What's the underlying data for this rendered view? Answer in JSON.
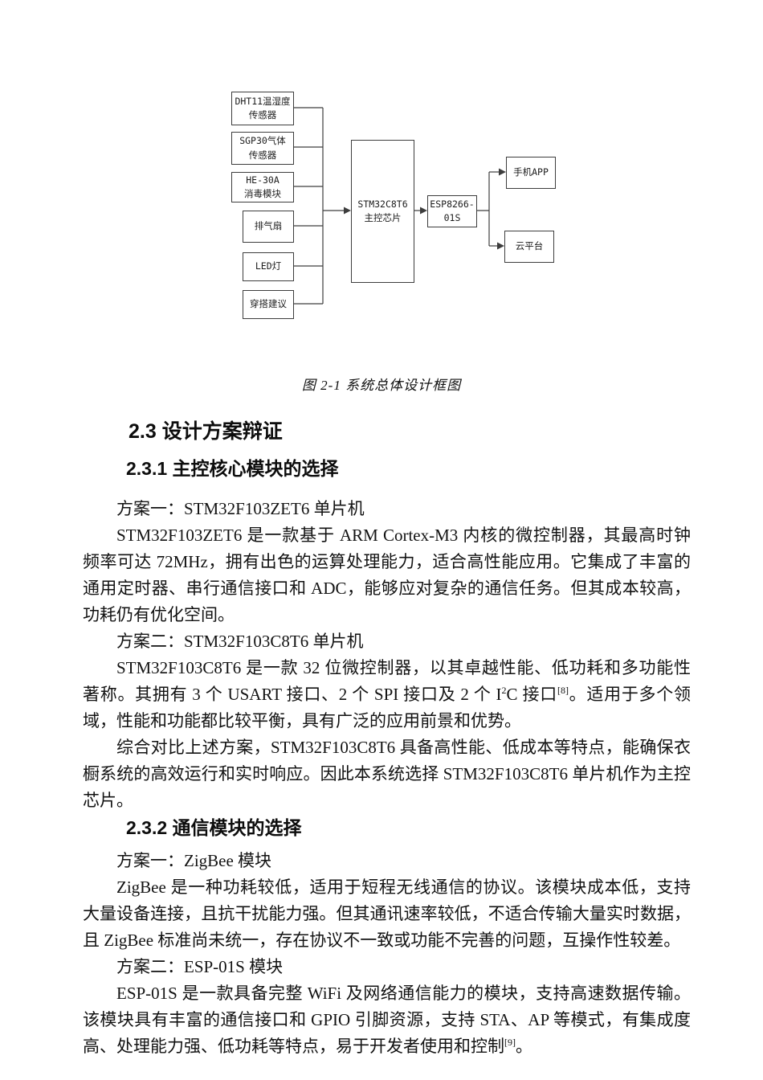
{
  "figure": {
    "caption": "图 2-1 系统总体设计框图",
    "nodes": {
      "dht11": "DHT11温湿度\n传感器",
      "sgp30": "SGP30气体\n传感器",
      "he30a": "HE-30A\n消毒模块",
      "fan": "排气扇",
      "led": "LED灯",
      "outfit": "穿搭建议",
      "mcu": "STM32C8T6\n主控芯片",
      "esp": "ESP8266-\n01S",
      "app": "手机APP",
      "cloud": "云平台"
    },
    "line_color": "#3d3d3d"
  },
  "sections": {
    "s23": "2.3 设计方案辩证",
    "s231": "2.3.1 主控核心模块的选择",
    "s232": "2.3.2 通信模块的选择"
  },
  "paragraphs": {
    "p1": "方案一：STM32F103ZET6 单片机",
    "p2": "STM32F103ZET6 是一款基于 ARM Cortex-M3 内核的微控制器，其最高时钟频率可达 72MHz，拥有出色的运算处理能力，适合高性能应用。它集成了丰富的通用定时器、串行通信接口和 ADC，能够应对复杂的通信任务。但其成本较高，功耗仍有优化空间。",
    "p3": "方案二：STM32F103C8T6 单片机",
    "p4": {
      "a": "STM32F103C8T6 是一款 32 位微控制器，以其卓越性能、低功耗和多功能性著称。其拥有 3 个 USART 接口、2 个 SPI 接口及 2 个 I",
      "sup1": "2",
      "b": "C 接口",
      "sup2": "[8]",
      "c": "。适用于多个领域，性能和功能都比较平衡，具有广泛的应用前景和优势。"
    },
    "p5": "综合对比上述方案，STM32F103C8T6 具备高性能、低成本等特点，能确保衣橱系统的高效运行和实时响应。因此本系统选择 STM32F103C8T6 单片机作为主控芯片。",
    "p6": "方案一：ZigBee 模块",
    "p7": "ZigBee 是一种功耗较低，适用于短程无线通信的协议。该模块成本低，支持大量设备连接，且抗干扰能力强。但其通讯速率较低，不适合传输大量实时数据，且 ZigBee 标准尚未统一，存在协议不一致或功能不完善的问题，互操作性较差。",
    "p8": "方案二：ESP-01S 模块",
    "p9": {
      "a": "ESP-01S 是一款具备完整 WiFi 及网络通信能力的模块，支持高速数据传输。该模块具有丰富的通信接口和 GPIO 引脚资源，支持 STA、AP 等模式，有集成度高、处理能力强、低功耗等特点，易于开发者使用和控制",
      "sup1": "[9]",
      "b": "。"
    }
  }
}
